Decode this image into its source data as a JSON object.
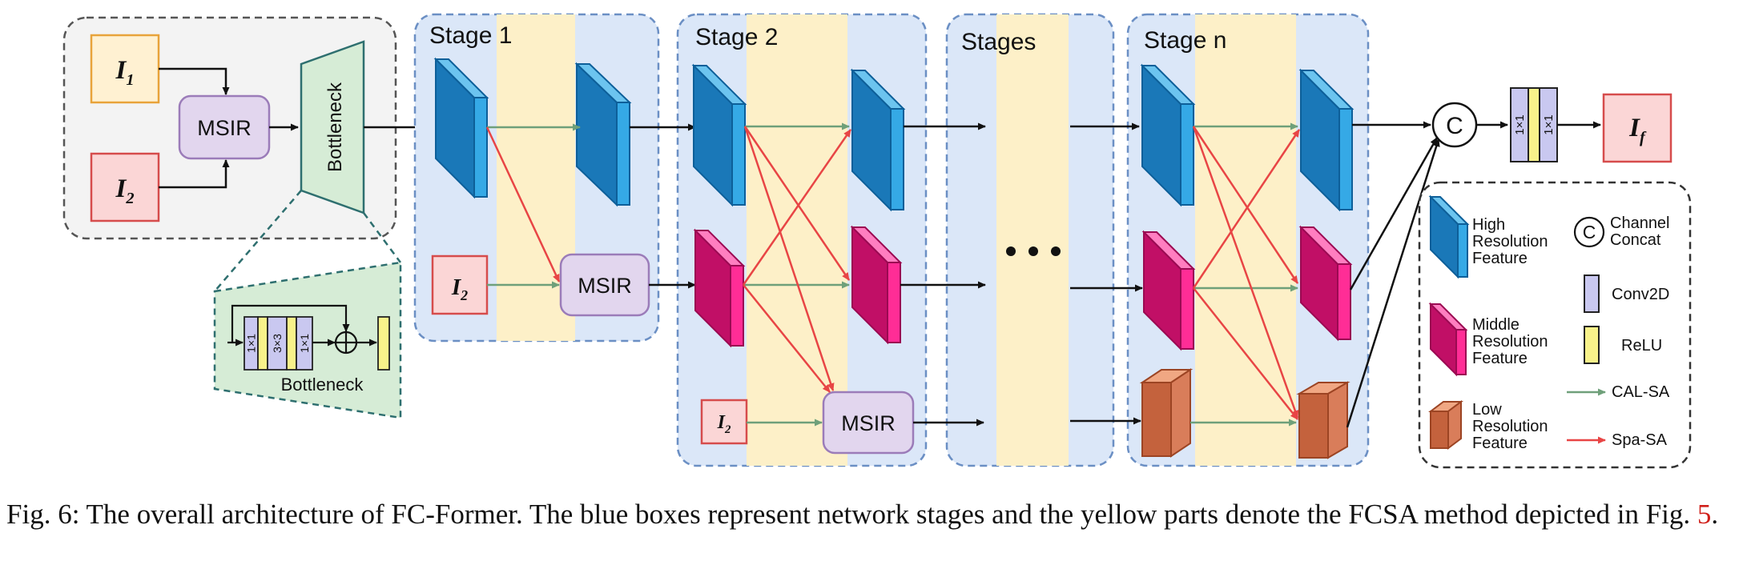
{
  "input_block": {
    "i1": {
      "main": "I",
      "sub": "1"
    },
    "i2": {
      "main": "I",
      "sub": "2"
    },
    "msir": "MSIR",
    "bottleneck": "Bottleneck"
  },
  "bottleneck_detail": {
    "conv1": "1×1",
    "conv2": "3×3",
    "conv3": "1×1",
    "label": "Bottleneck"
  },
  "stages": {
    "s1": "Stage 1",
    "s2": "Stage 2",
    "s3": "Stages",
    "s4": "Stage n"
  },
  "stage_inputs": {
    "i2_a": {
      "main": "I",
      "sub": "2"
    },
    "i2_b": {
      "main": "I",
      "sub": "2"
    },
    "msir_a": "MSIR",
    "msir_b": "MSIR"
  },
  "output": {
    "concat": "C",
    "conv_a": "1×1",
    "conv_b": "1×1",
    "if": {
      "main": "I",
      "sub": "f"
    }
  },
  "legend": {
    "high": [
      "High",
      "Resolution",
      "Feature"
    ],
    "mid": [
      "Middle",
      "Resolution",
      "Feature"
    ],
    "low": [
      "Low",
      "Resolution",
      "Feature"
    ],
    "concat_symbol": "C",
    "concat": [
      "Channel",
      "Concat"
    ],
    "conv2d": "Conv2D",
    "relu": "ReLU",
    "cal_sa": "CAL-SA",
    "spa_sa": "Spa-SA"
  },
  "caption": {
    "text": "Fig. 6: The overall architecture of FC-Former. The blue boxes represent network stages and the yellow parts denote the FCSA method depicted in Fig. ",
    "ref": "5",
    "end": "."
  },
  "colors": {
    "stage_bg": "#dbe7f8",
    "stage_border": "#6b8fc4",
    "fcsa_band": "#fdf0c8",
    "high_feature": "#1d8fd0",
    "mid_feature": "#e4137a",
    "low_feature": "#d97d5a",
    "cal_sa_arrow": "#6fa07a",
    "spa_sa_arrow": "#e84545",
    "msir_fill": "#e2d6ee",
    "msir_border": "#9b7cb9",
    "bottleneck_fill": "#d6ecd6",
    "bottleneck_border": "#2e6f6f",
    "conv_fill": "#c9c8f0",
    "relu_fill": "#f8f28a"
  }
}
